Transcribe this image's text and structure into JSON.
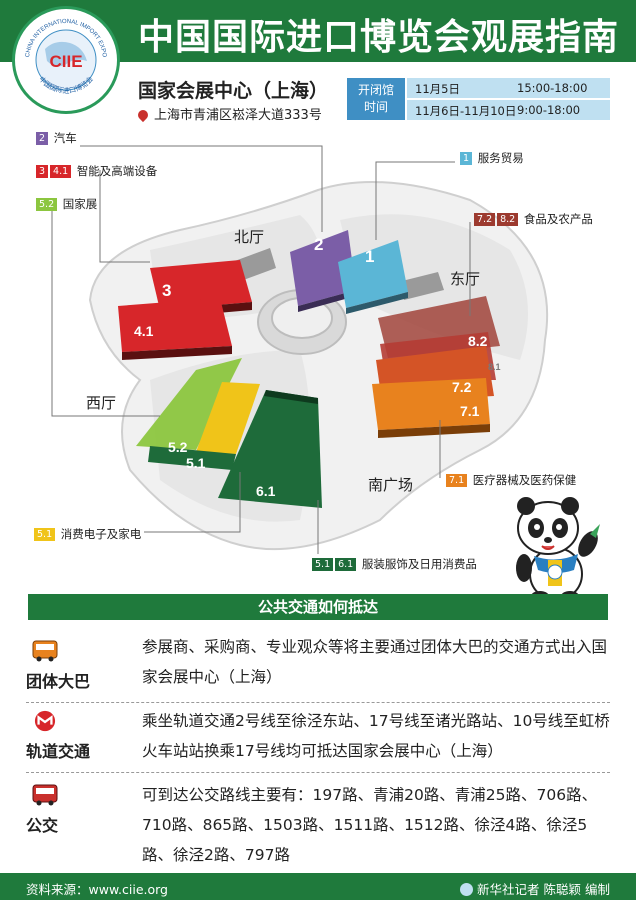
{
  "header": {
    "title": "中国国际进口博览会观展指南",
    "logo_text": "CIIE",
    "logo_ring_en": "CHINA INTERNATIONAL IMPORT EXPO",
    "logo_ring_cn": "中国国际进口博览会"
  },
  "venue": {
    "name": "国家会展中心（上海）",
    "address": "上海市青浦区崧泽大道333号"
  },
  "hours": {
    "label_line1": "开闭馆",
    "label_line2": "时间",
    "rows": [
      {
        "dates": "11月5日",
        "time": "15:00-18:00"
      },
      {
        "dates": "11月6日-11月10日",
        "time": "9:00-18:00"
      }
    ]
  },
  "legend": {
    "auto": {
      "badges": [
        "2"
      ],
      "text": "汽车"
    },
    "smart": {
      "badges": [
        "3",
        "4.1"
      ],
      "text": "智能及高端设备"
    },
    "national": {
      "badges": [
        "5.2"
      ],
      "text": "国家展"
    },
    "service": {
      "badges": [
        "1"
      ],
      "text": "服务贸易"
    },
    "food": {
      "badges": [
        "7.2",
        "8.2"
      ],
      "text": "食品及农产品"
    },
    "medical": {
      "badges": [
        "7.1"
      ],
      "text": "医疗器械及医药保健"
    },
    "electronics": {
      "badges": [
        "5.1"
      ],
      "text": "消费电子及家电"
    },
    "apparel": {
      "badges": [
        "5.1",
        "6.1"
      ],
      "text": "服装服饰及日用消费品"
    }
  },
  "map": {
    "north_hall": "北厅",
    "east_hall": "东厅",
    "west_hall": "西厅",
    "south_plaza": "南广场",
    "halls": {
      "h1": "1",
      "h2": "2",
      "h3": "3",
      "h4": "4.1",
      "h52": "5.2",
      "h51": "5.1",
      "h61": "6.1",
      "h82": "8.2",
      "h72": "7.2",
      "h71": "7.1",
      "h81": "8.1"
    }
  },
  "colors": {
    "auto": "#7b5ea7",
    "service": "#5bb6d6",
    "smart": "#d7262a",
    "food": "#9c3a2f",
    "national": "#8cc63f",
    "medical": "#e8821e",
    "electronics": "#f0c419",
    "apparel": "#1e6b3a",
    "brand_green": "#1f7a3c"
  },
  "transport": {
    "section_title": "公共交通如何抵达",
    "items": [
      {
        "icon": "bus-icon",
        "name": "团体大巴",
        "text": "参展商、采购商、专业观众等将主要通过团体大巴的交通方式出入国家会展中心（上海）"
      },
      {
        "icon": "metro-icon",
        "name": "轨道交通",
        "text": "乘坐轨道交通2号线至徐泾东站、17号线至诸光路站、10号线至虹桥火车站站换乘17号线均可抵达国家会展中心（上海）"
      },
      {
        "icon": "public-bus-icon",
        "name": "公交",
        "text": "可到达公交路线主要有：197路、青浦20路、青浦25路、706路、710路、865路、1503路、1511路、1512路、徐泾4路、徐泾5路、徐泾2路、797路"
      }
    ]
  },
  "footer": {
    "source": "资料来源：www.ciie.org",
    "credit": "新华社记者 陈聪颖 编制"
  }
}
